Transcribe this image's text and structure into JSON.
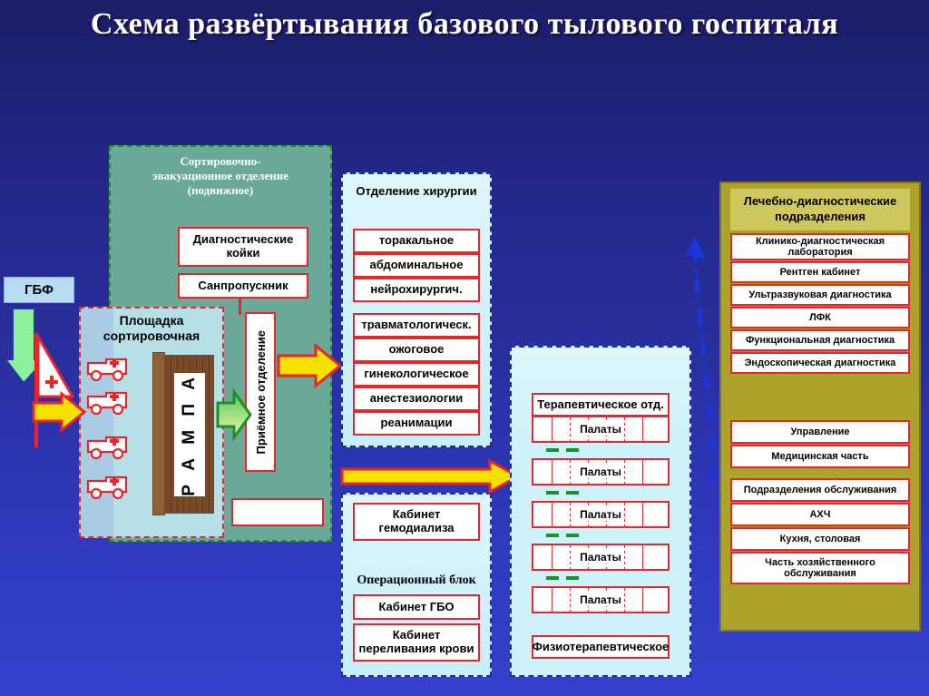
{
  "title": "Схема развёртывания базового тылового госпиталя",
  "colors": {
    "background_top": "#1b1d68",
    "background_bottom": "#3441cc",
    "triage_panel": "#6aa897",
    "surgery_panel": "#cdf2fa",
    "therapy_panel": "#cdf2fb",
    "right_panel": "#aba32c",
    "right_panel_header": "#cfc85e",
    "box_border_red": "#e8252a",
    "arrow_yellow": "#f5e000",
    "arrow_green": "#8ef09a",
    "ramp_wood": "#7a4a28",
    "dash_border_blue": "#1b2f9e",
    "dash_border_green": "#1f8f2a"
  },
  "gbf": {
    "label": "ГБФ"
  },
  "triage": {
    "title": "Сортировочно-эвакуационное отделение (подвижное)",
    "title_lines": [
      "Сортировочно-",
      "эвакуационное отделение",
      "(подвижное)"
    ],
    "diagnostic_beds": "Диагностические койки",
    "sanitary_checkpoint": "Санпропускник",
    "reception_department": "Приёмное отделение",
    "empty_box": ""
  },
  "sorting_ground": {
    "title_lines": [
      "Площадка",
      "сортировочная"
    ],
    "ramp_label": "Р А М П А",
    "ambulance_count": 4,
    "ambulance_icon": "ambulance-icon"
  },
  "surgery": {
    "title": "Отделение хирургии",
    "group_1": [
      "торакальное",
      "абдоминальное",
      "нейрохирургич."
    ],
    "group_2": [
      "травматологическ.",
      "ожоговое",
      "гинекологическое",
      "анестезиологии",
      "реанимации"
    ],
    "hemodialysis": "Кабинет гемодиализа",
    "operating_block_title": "Операционный блок",
    "operating_items": [
      "Кабинет ГБО",
      "Кабинет переливания крови"
    ]
  },
  "therapy": {
    "department": "Терапевтическое отд.",
    "wards": [
      "Палаты",
      "Палаты",
      "Палаты",
      "Палаты",
      "Палаты"
    ],
    "physiotherapy": "Физиотерапевтическое"
  },
  "diagnostics": {
    "title": "Лечебно-диагностические подразделения",
    "title_lines": [
      "Лечебно-диагностические",
      "подразделения"
    ],
    "items": [
      "Клинико-диагностическая лаборатория",
      "Рентген кабинет",
      "Ультразвуковая диагностика",
      "ЛФК",
      "Функциональная диагностика",
      "Эндоскопическая диагностика"
    ]
  },
  "administration": {
    "group_1": [
      "Управление",
      "Медицинская часть"
    ],
    "group_2": [
      "Подразделения обслуживания",
      "АХЧ",
      "Кухня, столовая",
      "Часть хозяйственного обслуживания"
    ]
  },
  "arrows": {
    "gbf_down": "green-down-arrow",
    "intake": "yellow-right-arrow",
    "ground_to_reception": "green-right-arrow",
    "reception_to_surgery": "yellow-right-arrow",
    "surgery_to_therapy": "yellow-long-right-arrow",
    "therapy_to_diagnostics": "blue-dash-dot-arrow"
  }
}
